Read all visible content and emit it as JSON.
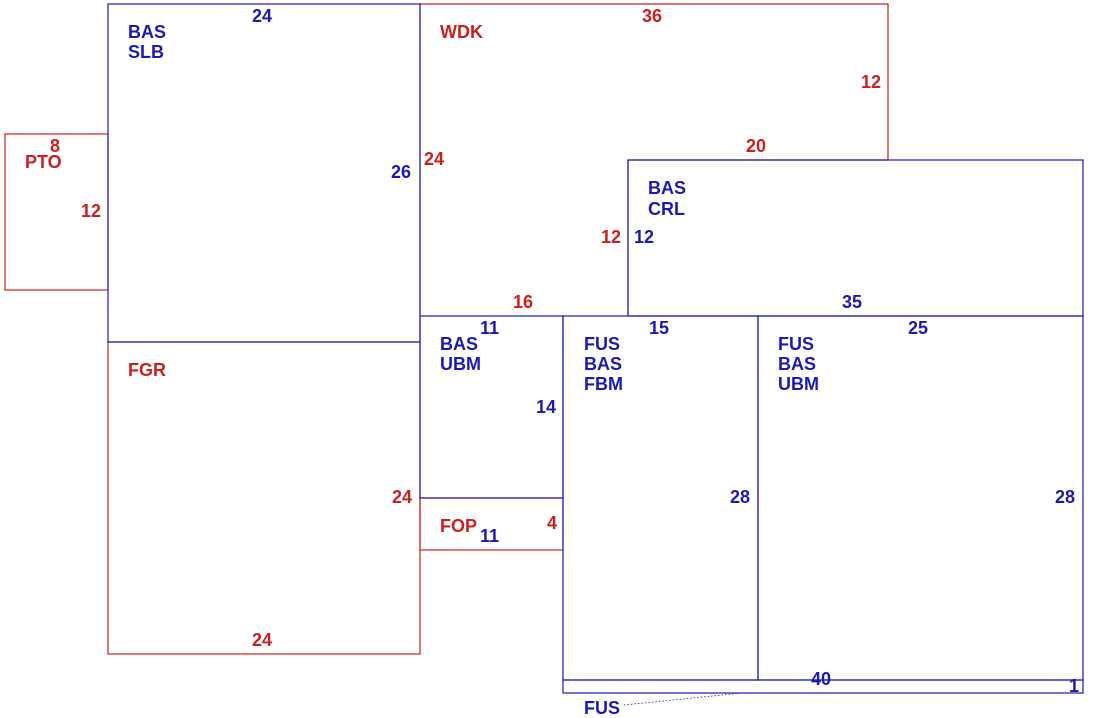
{
  "colors": {
    "blue": "#1a1ab4",
    "red": "#cc1f1f"
  },
  "areas": {
    "pto": {
      "code1": "PTO",
      "top": "8",
      "right": "12"
    },
    "bas_slb": {
      "code1": "BAS",
      "code2": "SLB",
      "top": "24",
      "right": "26"
    },
    "wdk": {
      "code1": "WDK",
      "top": "36",
      "right": "12",
      "inner_top": "20",
      "left": "24",
      "left_lower": "12",
      "bottom": "16"
    },
    "bas_crl": {
      "code1": "BAS",
      "code2": "CRL",
      "left": "12",
      "bottom": "35"
    },
    "fgr": {
      "code1": "FGR",
      "right": "24",
      "bottom": "24"
    },
    "bas_ubm_small": {
      "code1": "BAS",
      "code2": "UBM",
      "top": "11",
      "right": "14"
    },
    "fop": {
      "code1": "FOP",
      "bottom": "11",
      "right": "4"
    },
    "fus_bas_fbm": {
      "code1": "FUS",
      "code2": "BAS",
      "code3": "FBM",
      "top": "15",
      "right": "28"
    },
    "fus_bas_ubm": {
      "code1": "FUS",
      "code2": "BAS",
      "code3": "UBM",
      "top": "25",
      "right": "28"
    },
    "fus_strip": {
      "code1": "FUS",
      "length": "40",
      "width": "1"
    }
  }
}
